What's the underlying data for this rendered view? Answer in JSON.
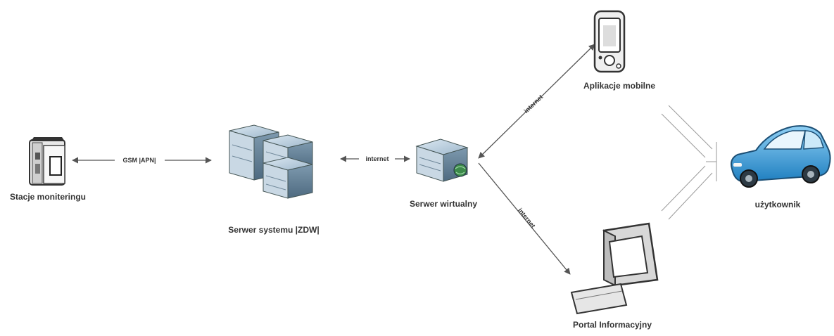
{
  "nodes": {
    "station": {
      "label": "Stacje moniteringu",
      "icon": "monitoring-station-icon"
    },
    "system_server": {
      "label": "Serwer systemu |ZDW|",
      "icon": "server-rack-icon"
    },
    "virtual_server": {
      "label": "Serwer wirtualny",
      "icon": "virtual-server-icon"
    },
    "mobile_app": {
      "label": "Aplikacje mobilne",
      "icon": "mobile-phone-icon"
    },
    "portal": {
      "label": "Portal Informacyjny",
      "icon": "desktop-computer-icon"
    },
    "user": {
      "label": "użytkownik",
      "icon": "car-icon"
    }
  },
  "edges": {
    "station_to_system": "GSM |APN|",
    "system_to_virtual": "internet",
    "virtual_to_mobile": "internet",
    "virtual_to_portal": "internet"
  },
  "colors": {
    "line": "#555555",
    "server_face": "#9fb8cc",
    "server_dark": "#5f7d94",
    "car": "#3d9ed8",
    "device": "#e4e4e4"
  }
}
